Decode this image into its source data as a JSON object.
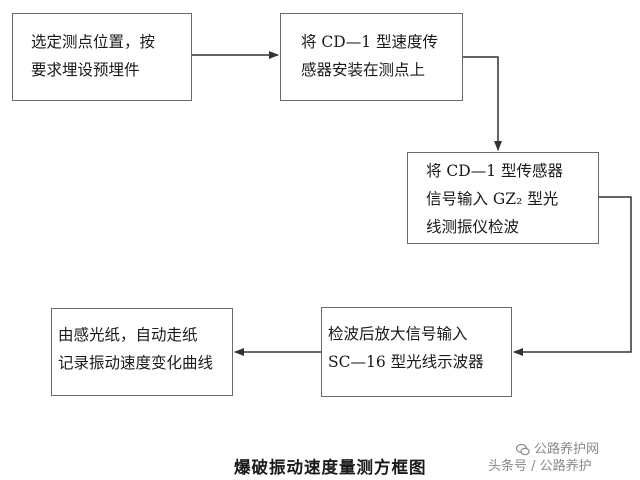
{
  "diagram": {
    "steps": [
      {
        "lines": [
          "选定测点位置，按",
          "要求埋设预埋件"
        ]
      },
      {
        "lines": [
          "将 CD—1 型速度传",
          "感器安装在测点上"
        ]
      },
      {
        "lines": [
          "将 CD—1 型传感器",
          "信号输入 GZ₂ 型光",
          "线测振仪检波"
        ]
      },
      {
        "lines": [
          "检波后放大信号输入",
          "SC—16 型光线示波器"
        ]
      },
      {
        "lines": [
          "由感光纸，自动走纸",
          "记录振动速度变化曲线"
        ]
      }
    ],
    "caption": "爆破振动速度量测方框图"
  },
  "watermark": {
    "account": "公路养护网",
    "platform": "头条号 / 公路养护",
    "icon": "wechat-icon"
  }
}
